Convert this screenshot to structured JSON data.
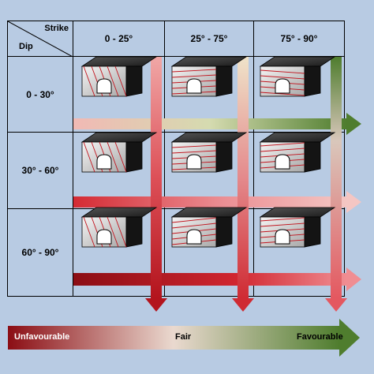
{
  "header": {
    "strike_label": "Strike",
    "dip_label": "Dip",
    "strike_columns": [
      "0 - 25°",
      "25° - 75°",
      "75° - 90°"
    ]
  },
  "rows": [
    {
      "dip": "0 - 30°"
    },
    {
      "dip": "30° - 60°"
    },
    {
      "dip": "60° - 90°"
    }
  ],
  "scale": {
    "unfavourable": "Unfavourable",
    "fair": "Fair",
    "favourable": "Favourable"
  },
  "colors": {
    "unfavourable": "#8b0d14",
    "fair": "#ead9cf",
    "favourable": "#4f7d2e",
    "background": "#b8cbe3"
  }
}
